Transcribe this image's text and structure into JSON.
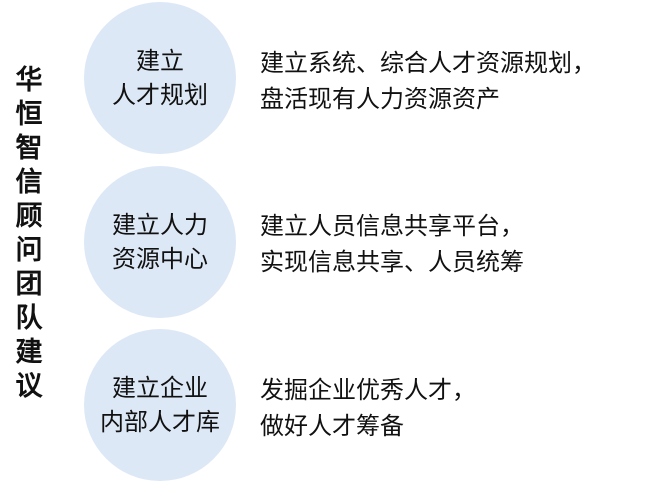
{
  "side_title": [
    "华",
    "恒",
    "智",
    "信",
    "顾",
    "问",
    "团",
    "队",
    "建",
    "议"
  ],
  "rows": [
    {
      "circle_lines": [
        "建立",
        "人才规划"
      ],
      "desc_lines": [
        "建立系统、综合人才资源规划，",
        "盘活现有人力资源资产"
      ]
    },
    {
      "circle_lines": [
        "建立人力",
        "资源中心"
      ],
      "desc_lines": [
        "建立人员信息共享平台，",
        "实现信息共享、人员统筹"
      ]
    },
    {
      "circle_lines": [
        "建立企业",
        "内部人才库"
      ],
      "desc_lines": [
        "发掘企业优秀人才，",
        "做好人才筹备"
      ]
    }
  ],
  "colors": {
    "circle_fill": "#dde8f6",
    "text": "#111111",
    "background": "#ffffff"
  }
}
